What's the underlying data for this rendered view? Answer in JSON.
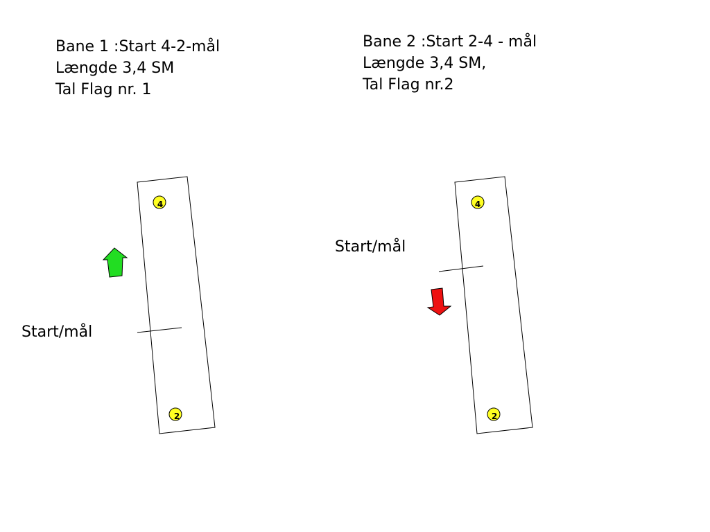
{
  "courses": [
    {
      "lines": [
        "Bane 1 :Start 4-2-mål",
        "Længde 3,4 SM",
        "Tal Flag nr. 1"
      ],
      "start_label": "Start/mål",
      "top_buoy": "4",
      "bottom_buoy": "2",
      "arrow_color": "#22dd22",
      "arrow_direction": "up"
    },
    {
      "lines": [
        "Bane 2 :Start 2-4 - mål",
        "Længde 3,4 SM,",
        "Tal Flag nr.2"
      ],
      "start_label": "Start/mål",
      "top_buoy": "4",
      "bottom_buoy": "2",
      "arrow_color": "#ee1111",
      "arrow_direction": "down"
    }
  ],
  "colors": {
    "buoy": "#ffff22",
    "line": "#000000"
  }
}
